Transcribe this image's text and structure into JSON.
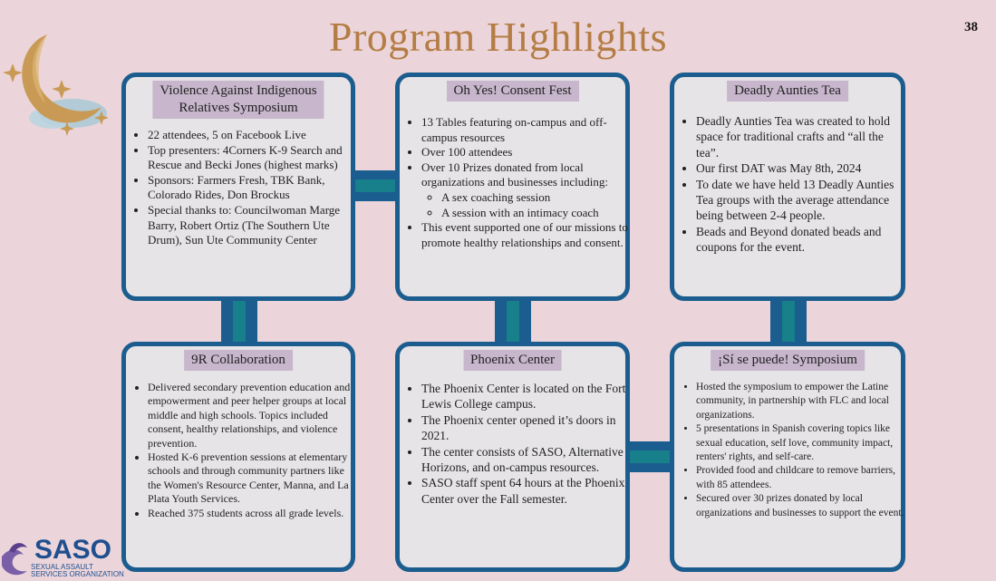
{
  "page": {
    "title": "Program Highlights",
    "number": "38"
  },
  "logo": {
    "name": "SASO",
    "subtitle": "SEXUAL ASSAULT SERVICES ORGANIZATION"
  },
  "cards": [
    {
      "title_line1": "Violence Against Indigenous",
      "title_line2": "Relatives Symposium",
      "items": [
        "22 attendees, 5 on Facebook Live",
        "Top presenters: 4Corners K-9 Search and Rescue and Becki Jones (highest marks)",
        "Sponsors: Farmers Fresh, TBK Bank, Colorado Rides, Don Brockus",
        "Special thanks to: Councilwoman Marge Barry, Robert Ortiz (The Southern Ute Drum), Sun Ute Community Center"
      ]
    },
    {
      "title": "Oh Yes! Consent Fest",
      "items": [
        "13 Tables featuring on-campus and off-campus resources",
        "Over 100 attendees",
        "Over 10 Prizes donated from local organizations and businesses including:",
        "This event supported one of our missions to promote healthy relationships and consent."
      ],
      "subitems": [
        "A sex coaching session",
        "A session with an intimacy coach"
      ]
    },
    {
      "title": "Deadly Aunties Tea",
      "items": [
        "Deadly Aunties Tea was created to hold space for traditional crafts and “all the tea”.",
        "Our first DAT was May 8th, 2024",
        "To date we have held 13 Deadly Aunties Tea groups with the average attendance being between 2-4 people.",
        "Beads and Beyond donated beads and coupons for the event."
      ]
    },
    {
      "title": "9R Collaboration",
      "items": [
        "Delivered secondary prevention education and empowerment and peer helper groups at local middle and high schools. Topics included consent, healthy relationships, and violence prevention.",
        "Hosted K-6 prevention sessions at elementary schools and through community partners like the Women's Resource Center, Manna, and La Plata Youth Services.",
        "Reached 375 students across all grade levels."
      ]
    },
    {
      "title": "Phoenix Center",
      "items": [
        "The Phoenix Center is located on the Fort Lewis College campus.",
        "The Phoenix center opened it’s doors in 2021.",
        "The center consists of SASO, Alternative Horizons, and on-campus resources.",
        "SASO staff spent 64 hours at the Phoenix Center over the Fall semester."
      ]
    },
    {
      "title": "¡Sí se puede! Symposium",
      "items": [
        "Hosted the symposium to empower the Latine community, in partnership with FLC and local organizations.",
        "5 presentations in Spanish covering topics like sexual education, self love, community impact, renters' rights, and self-care.",
        "Provided food and childcare to remove barriers, with 85 attendees.",
        "Secured over 30 prizes donated by local organizations and businesses to support the event."
      ]
    }
  ],
  "colors": {
    "frame": "#1b5d8e",
    "connector": "#17808a",
    "title": "#b47d45",
    "label_bg": "#c7b6cc",
    "background": "#ecd5da"
  }
}
